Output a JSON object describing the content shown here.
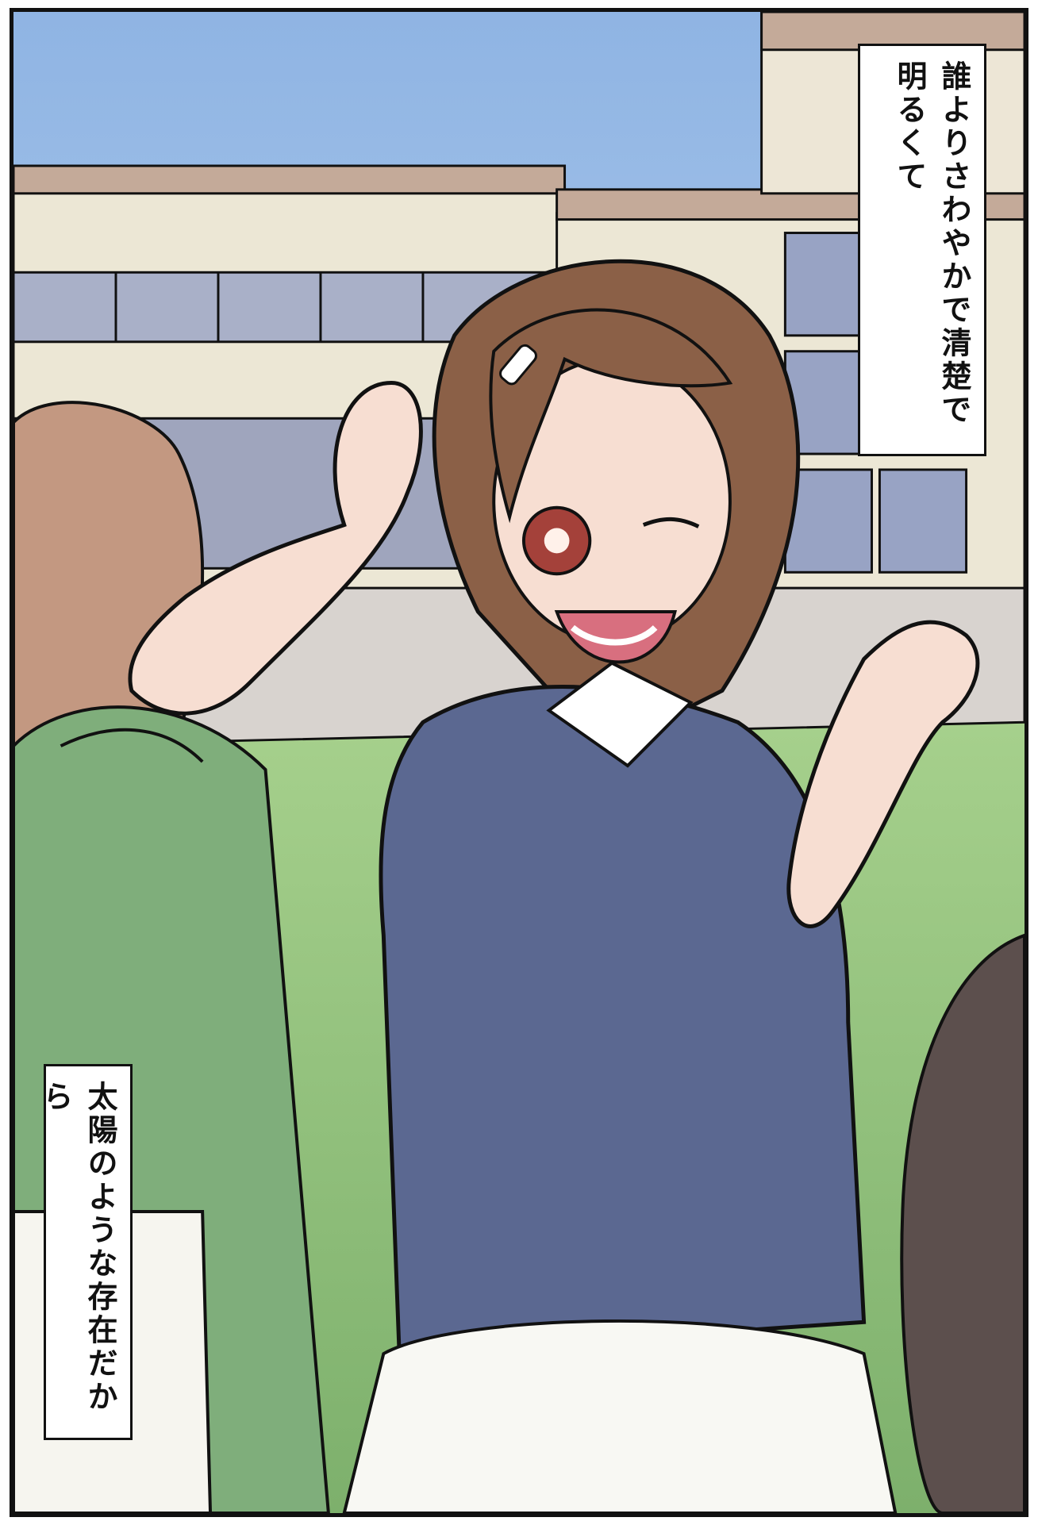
{
  "captions": {
    "top_lines": [
      "誰よりさわやかで清楚で",
      "明るくて"
    ],
    "bottom_lines": [
      "太陽のような存在だから"
    ]
  },
  "colors": {
    "sky": "#cfe3f7",
    "building_wall": "#ece7d5",
    "building_roof": "#bca393",
    "window_blue": "#8e9bbe",
    "lawn_green": "#8fbd77",
    "main_shirt": "#5b6891",
    "main_hair": "#8b6047",
    "side_hair": "#c39881",
    "side_shirt": "#7fae7b",
    "skin": "#f6ddcf",
    "outline": "#111111"
  }
}
